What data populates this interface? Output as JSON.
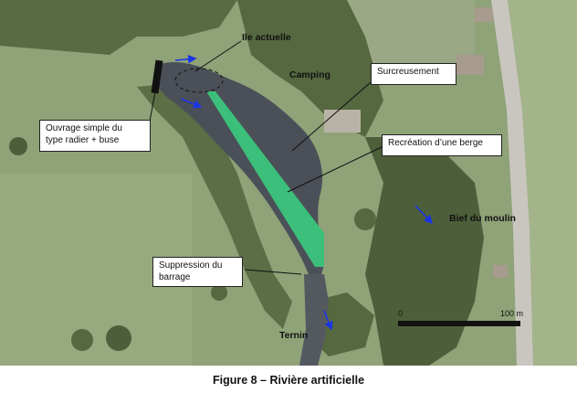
{
  "map": {
    "labels": {
      "ile_actuelle": "Ile actuelle",
      "camping": "Camping",
      "surcreusement": "Surcreusement",
      "ouvrage": "Ouvrage simple du\ntype radier + buse",
      "recreation": "Recréation d’une berge",
      "bief": "Bief du moulin",
      "suppression": "Suppression du\nbarrage",
      "ternin": "Ternin"
    },
    "scale": {
      "start_label": "0",
      "end_label": "100 m"
    },
    "colors": {
      "berge": "#3bbf7a",
      "flow_arrow": "#1a35e6",
      "river": "#4b5058",
      "grass": "#8fa278",
      "trees": "#4d5f3a",
      "road": "#c9c6bf"
    },
    "icons": [
      "flow-arrow-icon",
      "dam-structure-icon"
    ]
  },
  "caption": "Figure 8 – Rivière artificielle"
}
